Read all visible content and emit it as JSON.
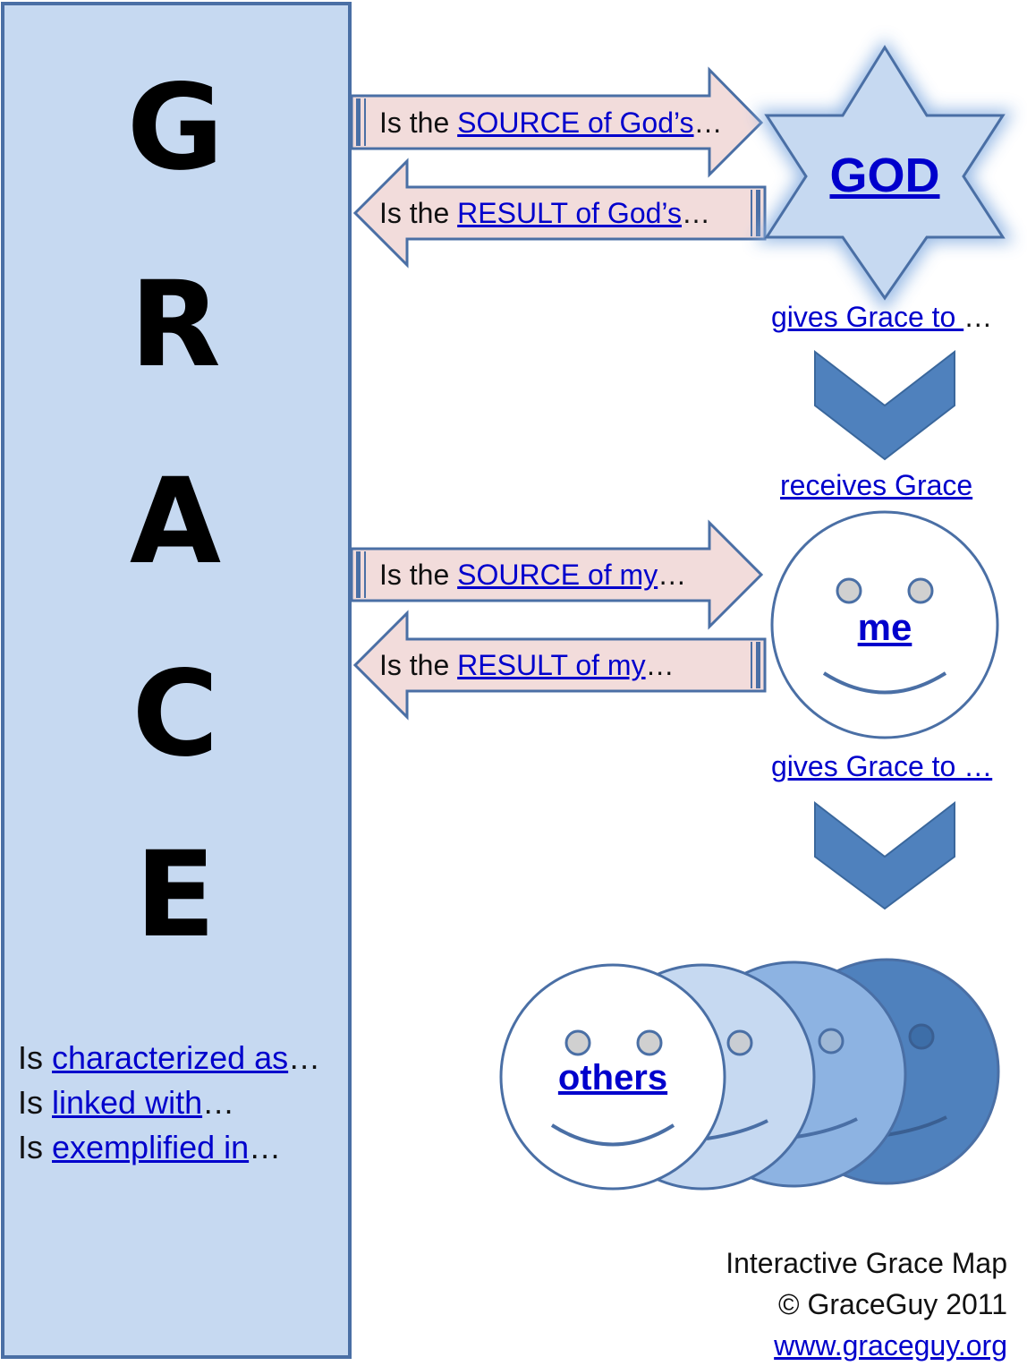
{
  "grace_column": {
    "letters": [
      "G",
      "R",
      "A",
      "C",
      "E"
    ],
    "lines": [
      {
        "prefix": "Is ",
        "link": "characterized as",
        "suffix": "…"
      },
      {
        "prefix": "Is ",
        "link": "linked with",
        "suffix": "…"
      },
      {
        "prefix": "Is ",
        "link": "exemplified in",
        "suffix": "…"
      }
    ]
  },
  "arrows": [
    {
      "prefix": "Is the ",
      "link": "SOURCE of God’s",
      "suffix": "…"
    },
    {
      "prefix": "Is the ",
      "link": "RESULT of God’s",
      "suffix": "…"
    },
    {
      "prefix": "Is the ",
      "link": "SOURCE of my",
      "suffix": "…"
    },
    {
      "prefix": "Is the ",
      "link": "RESULT of my",
      "suffix": "…"
    }
  ],
  "god": {
    "label": "GOD"
  },
  "flow": {
    "gives_1_link": "gives Grace to ",
    "gives_1_suffix": "…",
    "receives_link": "receives Grace",
    "gives_2_link": "gives Grace to …"
  },
  "me": {
    "label": "me"
  },
  "others": {
    "label": "others"
  },
  "footer": {
    "title": "Interactive Grace Map",
    "copyright": "© GraceGuy 2011",
    "url": "www.graceguy.org"
  },
  "colors": {
    "panel_fill": "#c6d9f1",
    "panel_border": "#4a6fa5",
    "arrow_fill": "#f2dcdb",
    "arrow_stroke": "#4a6fa5",
    "chevron": "#4f81bd",
    "link": "#0000cc"
  }
}
